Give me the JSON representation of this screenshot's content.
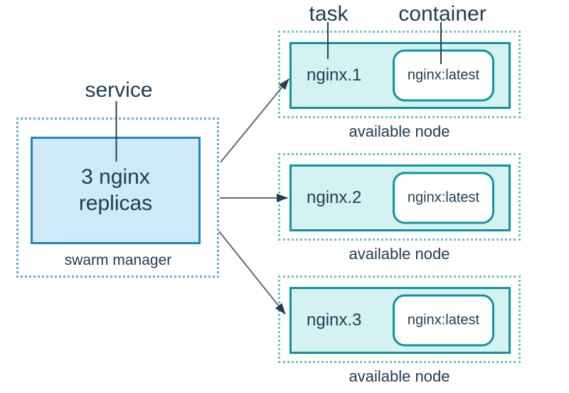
{
  "diagram": {
    "pointer_labels": {
      "service": "service",
      "task": "task",
      "container": "container"
    },
    "manager": {
      "service_text": "3 nginx\nreplicas",
      "caption": "swarm manager"
    },
    "nodes": [
      {
        "task_name": "nginx.1",
        "container_image": "nginx:latest",
        "caption": "available node"
      },
      {
        "task_name": "nginx.2",
        "container_image": "nginx:latest",
        "caption": "available node"
      },
      {
        "task_name": "nginx.3",
        "container_image": "nginx:latest",
        "caption": "available node"
      }
    ],
    "colors": {
      "blue_box_border": "#1c87c5",
      "blue_box_fill": "#cfe9f9",
      "blue_dotted_border": "#64abdb",
      "teal_box_border": "#0d979d",
      "teal_box_fill": "#d5f1f1",
      "teal_dotted_border": "#6ec4bd",
      "container_fill": "#ffffff",
      "text": "#1e3c55",
      "arrow_shaft": "#5d6c7b",
      "arrow_head": "#263c51",
      "label_line": "#2c4050"
    }
  }
}
